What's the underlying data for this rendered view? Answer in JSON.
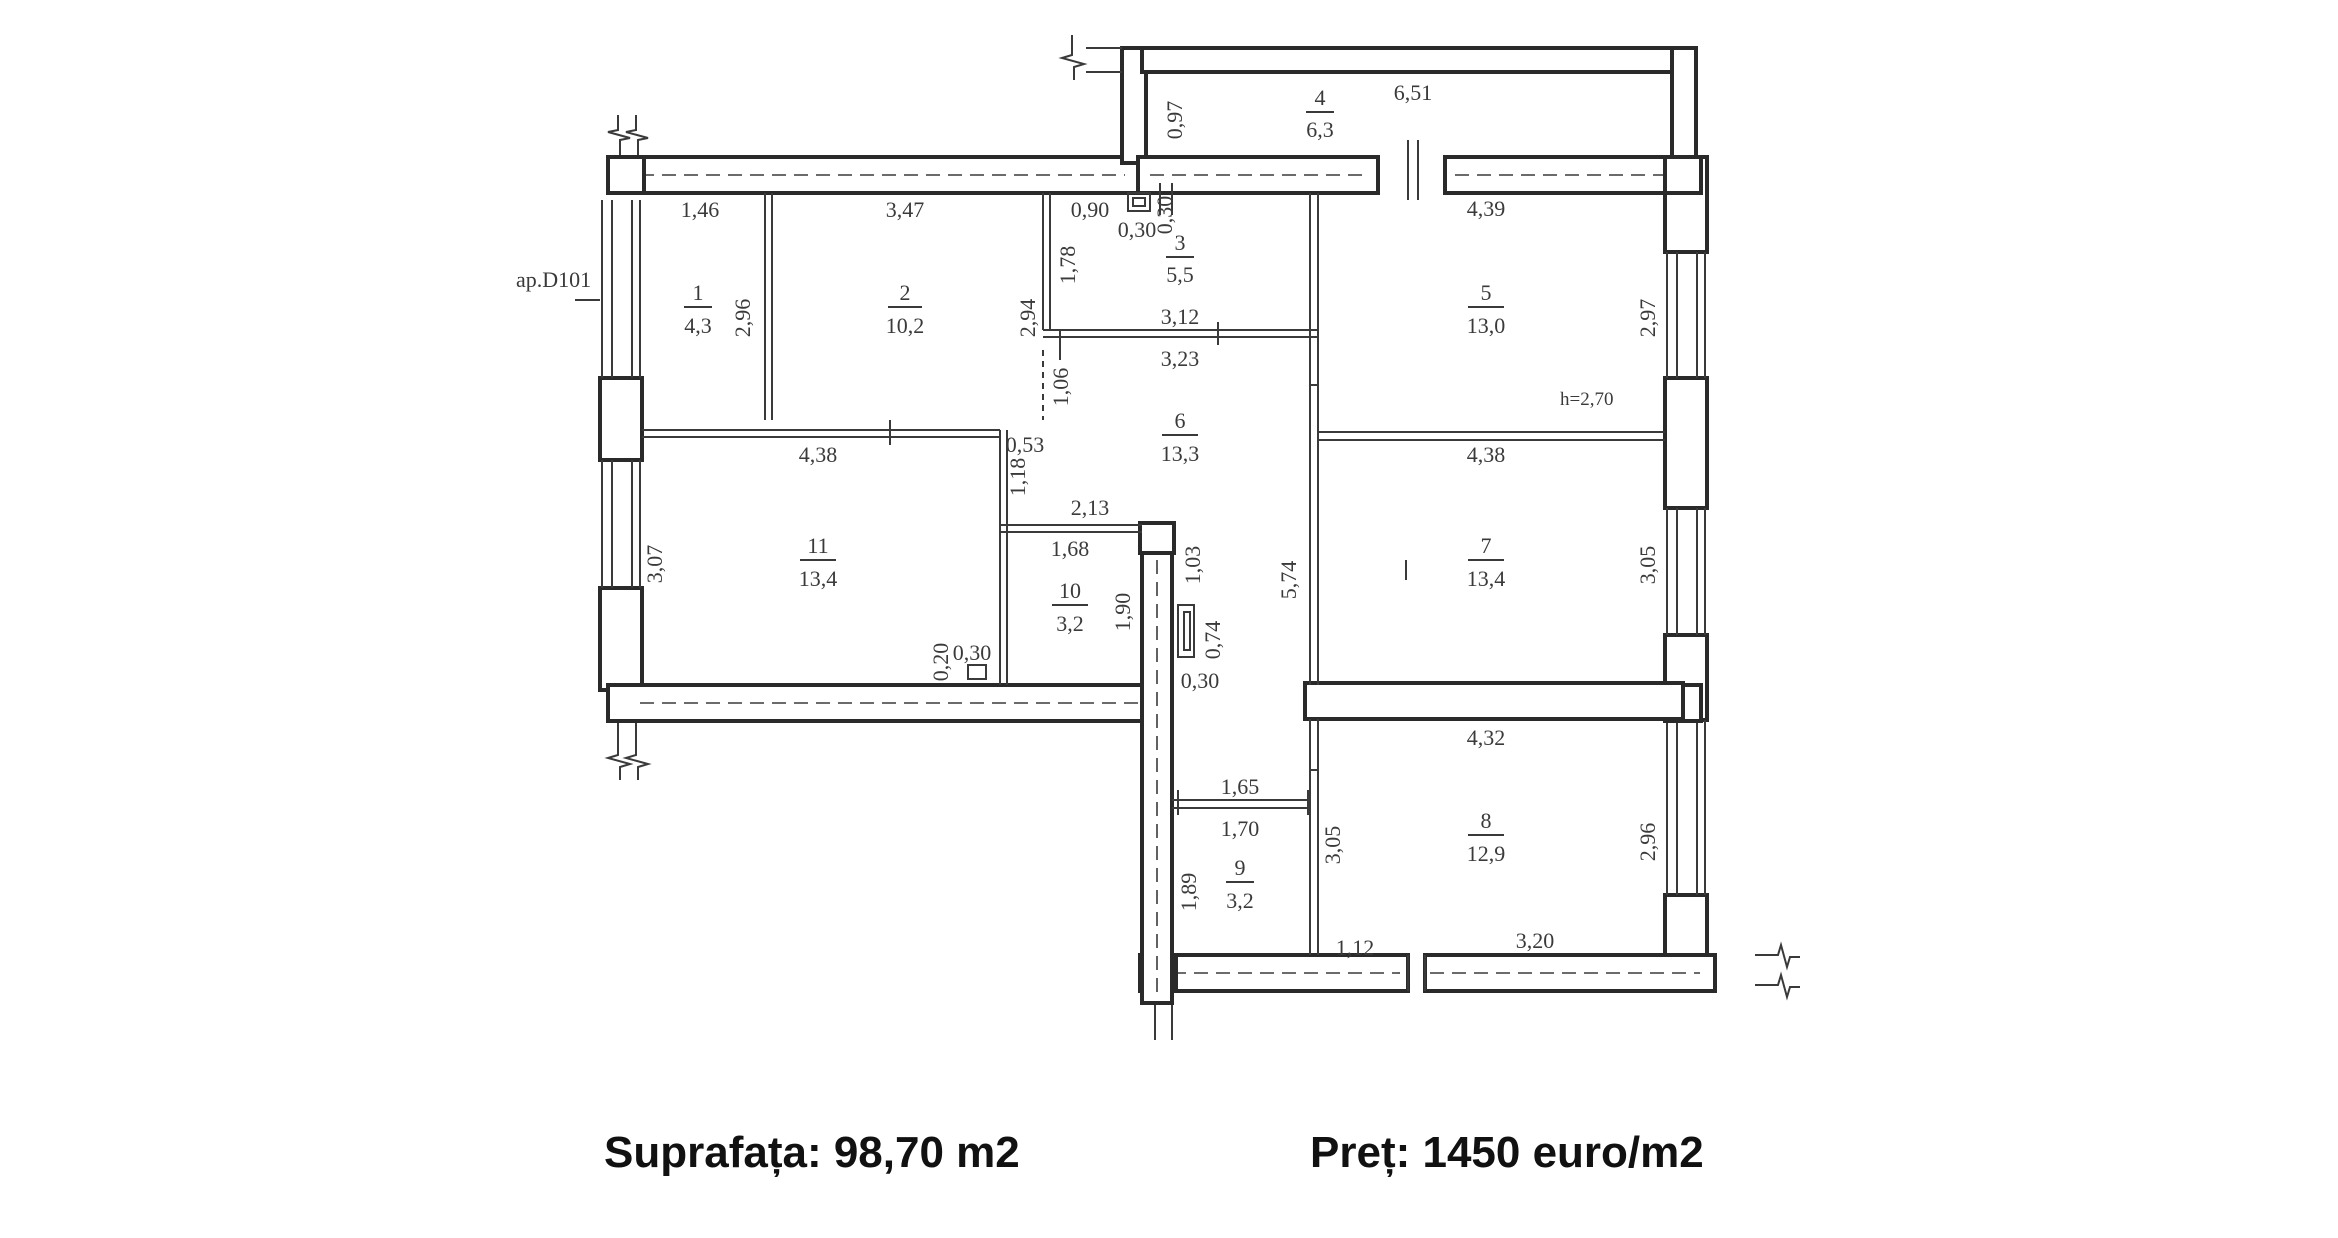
{
  "apartment_label": "ap.D101",
  "ceiling_height": "h=2,70",
  "rooms": [
    {
      "number": "1",
      "area": "4,3"
    },
    {
      "number": "2",
      "area": "10,2"
    },
    {
      "number": "3",
      "area": "5,5"
    },
    {
      "number": "4",
      "area": "6,3"
    },
    {
      "number": "5",
      "area": "13,0"
    },
    {
      "number": "6",
      "area": "13,3"
    },
    {
      "number": "7",
      "area": "13,4"
    },
    {
      "number": "8",
      "area": "12,9"
    },
    {
      "number": "9",
      "area": "3,2"
    },
    {
      "number": "10",
      "area": "3,2"
    },
    {
      "number": "11",
      "area": "13,4"
    }
  ],
  "dimensions": {
    "d_146": "1,46",
    "d_347": "3,47",
    "d_090": "0,90",
    "d_030_v_top": "0,30",
    "d_030_h_top": "0,30",
    "d_097": "0,97",
    "d_651": "6,51",
    "d_439": "4,39",
    "d_178": "1,78",
    "d_296_r1": "2,96",
    "d_294": "2,94",
    "d_312": "3,12",
    "d_323": "3,23",
    "d_297": "2,97",
    "d_106": "1,06",
    "d_053": "0,53",
    "d_438_left": "4,38",
    "d_438_right": "4,38",
    "d_118": "1,18",
    "d_213": "2,13",
    "d_168": "1,68",
    "d_103": "1,03",
    "d_307": "3,07",
    "d_190": "1,90",
    "d_074": "0,74",
    "d_574": "5,74",
    "d_305_r7": "3,05",
    "d_020": "0,20",
    "d_030_r11": "0,30",
    "d_030_mid": "0,30",
    "d_432": "4,32",
    "d_165": "1,65",
    "d_170": "1,70",
    "d_305_r8": "3,05",
    "d_296_r8": "2,96",
    "d_189": "1,89",
    "d_112": "1,12",
    "d_320": "3,20"
  },
  "footer": {
    "area": "Suprafața: 98,70 m2",
    "price": "Preț: 1450 euro/m2"
  }
}
